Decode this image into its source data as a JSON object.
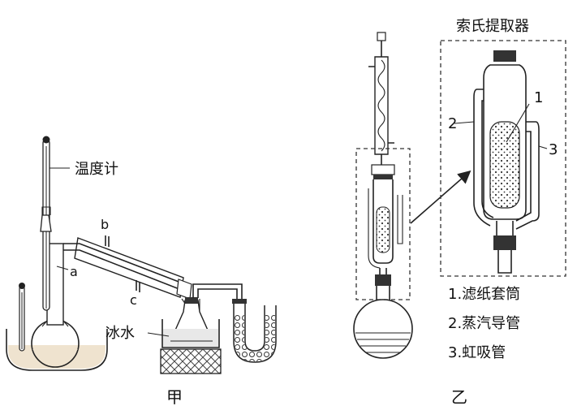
{
  "labels": {
    "thermometer": "温度计",
    "a": "a",
    "b": "b",
    "c": "c",
    "ice_water": "冰水",
    "fig_jia": "甲",
    "fig_yi": "乙",
    "soxhlet_title": "索氏提取器",
    "part1_num": "1",
    "part2_num": "2",
    "part3_num": "3"
  },
  "legend": [
    "1.滤纸套筒",
    "2.蒸汽导管",
    "3.虹吸管"
  ],
  "colors": {
    "line": "#222222",
    "liquid": "#efe3cf",
    "water": "#dcdcdc"
  }
}
